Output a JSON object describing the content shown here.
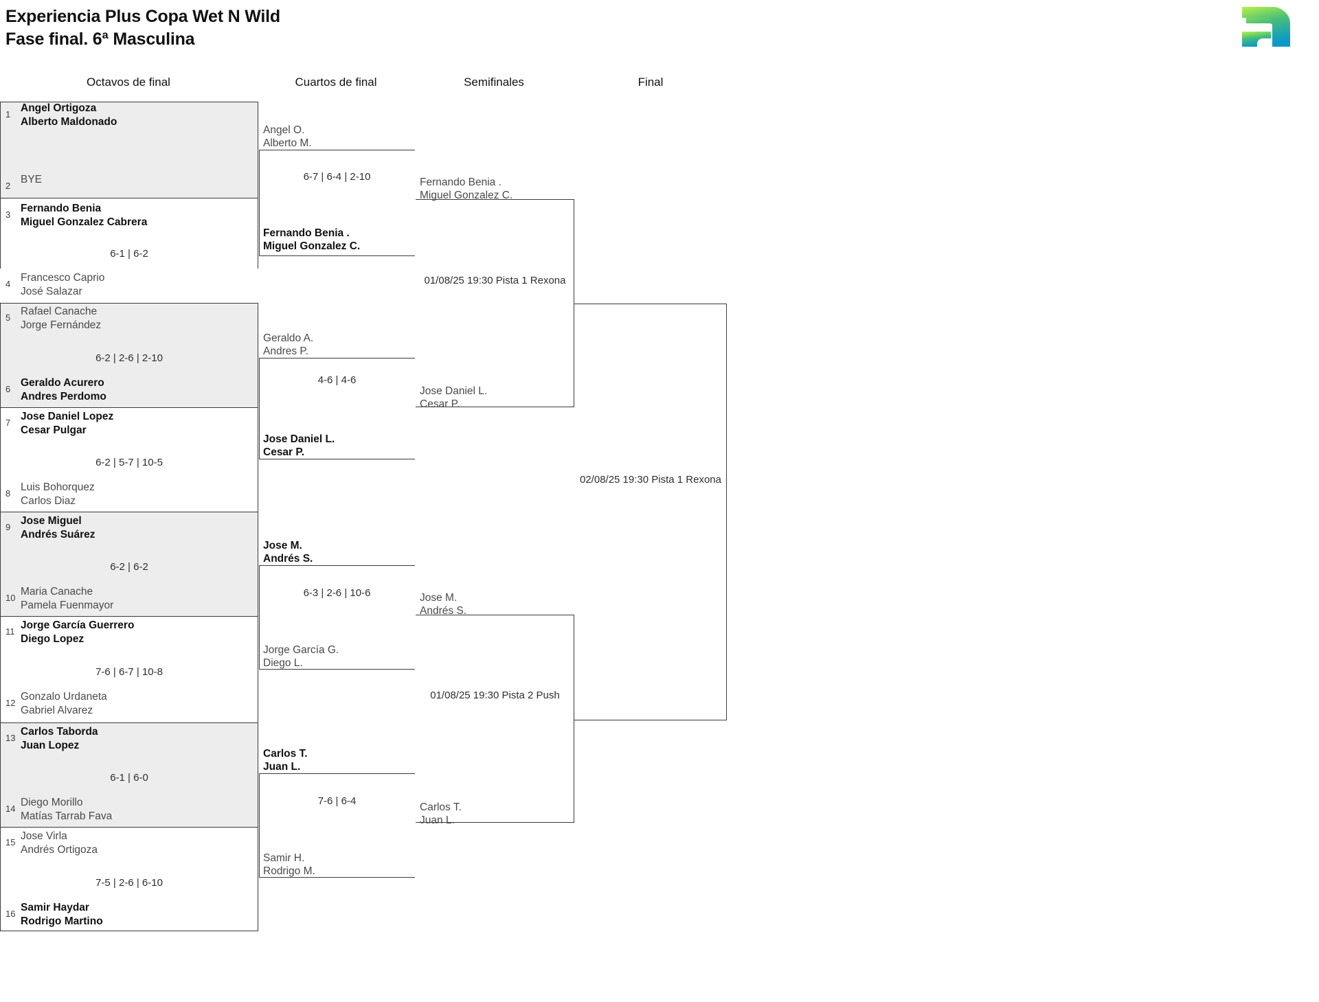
{
  "header": {
    "title": "Experiencia Plus Copa Wet N Wild\nFase final. 6ª Masculina",
    "logo_colors": {
      "top": "#b5f04a",
      "mid": "#4fc06f",
      "bottom": "#0f9bc8"
    }
  },
  "rounds": [
    {
      "id": "octavos",
      "label": "Octavos de final"
    },
    {
      "id": "cuartos",
      "label": "Cuartos de final"
    },
    {
      "id": "semis",
      "label": "Semifinales"
    },
    {
      "id": "final",
      "label": "Final"
    }
  ],
  "round1": {
    "matches": [
      {
        "shade": true,
        "top": {
          "seed": "1",
          "names": "Angel Ortigoza\nAlberto Maldonado",
          "winner": true
        },
        "bottom": {
          "seed": "2",
          "names": "BYE",
          "winner": false
        },
        "score": ""
      },
      {
        "shade": false,
        "top": {
          "seed": "3",
          "names": "Fernando Benia\nMiguel Gonzalez Cabrera",
          "winner": true
        },
        "bottom": {
          "seed": "4",
          "names": "Francesco Caprio\nJosé Salazar",
          "winner": false
        },
        "score": "6-1 | 6-2"
      },
      {
        "shade": true,
        "top": {
          "seed": "5",
          "names": "Rafael Canache\nJorge Fernández",
          "winner": false
        },
        "bottom": {
          "seed": "6",
          "names": "Geraldo Acurero\nAndres Perdomo",
          "winner": true
        },
        "score": "6-2 | 2-6 | 2-10"
      },
      {
        "shade": false,
        "top": {
          "seed": "7",
          "names": "Jose Daniel Lopez\nCesar Pulgar",
          "winner": true
        },
        "bottom": {
          "seed": "8",
          "names": "Luis Bohorquez\nCarlos Diaz",
          "winner": false
        },
        "score": "6-2 | 5-7 | 10-5"
      },
      {
        "shade": true,
        "top": {
          "seed": "9",
          "names": "Jose Miguel\nAndrés Suárez",
          "winner": true
        },
        "bottom": {
          "seed": "10",
          "names": "Maria Canache\nPamela Fuenmayor",
          "winner": false
        },
        "score": "6-2 | 6-2"
      },
      {
        "shade": false,
        "top": {
          "seed": "11",
          "names": "Jorge García Guerrero\nDiego Lopez",
          "winner": true
        },
        "bottom": {
          "seed": "12",
          "names": "Gonzalo Urdaneta\nGabriel Alvarez",
          "winner": false
        },
        "score": "7-6 | 6-7 | 10-8"
      },
      {
        "shade": true,
        "top": {
          "seed": "13",
          "names": "Carlos Taborda\nJuan Lopez",
          "winner": true
        },
        "bottom": {
          "seed": "14",
          "names": "Diego Morillo\nMatías Tarrab Fava",
          "winner": false
        },
        "score": "6-1 | 6-0"
      },
      {
        "shade": false,
        "top": {
          "seed": "15",
          "names": "Jose Virla\nAndrés Ortigoza",
          "winner": false
        },
        "bottom": {
          "seed": "16",
          "names": "Samir Haydar\nRodrigo Martino",
          "winner": true
        },
        "score": "7-5 | 2-6 | 6-10"
      }
    ]
  },
  "round2": {
    "matches": [
      {
        "top": {
          "names": "Angel O.\nAlberto M.",
          "winner": false
        },
        "bottom": {
          "names": "Fernando Benia .\nMiguel Gonzalez C.",
          "winner": true
        },
        "score": "6-7 | 6-4 | 2-10"
      },
      {
        "top": {
          "names": "Geraldo A.\nAndres P.",
          "winner": false
        },
        "bottom": {
          "names": "Jose Daniel L.\nCesar P.",
          "winner": true
        },
        "score": "4-6 | 4-6"
      },
      {
        "top": {
          "names": "Jose M.\nAndrés S.",
          "winner": true
        },
        "bottom": {
          "names": "Jorge García G.\nDiego L.",
          "winner": false
        },
        "score": "6-3 | 2-6 | 10-6"
      },
      {
        "top": {
          "names": "Carlos T.\nJuan L.",
          "winner": true
        },
        "bottom": {
          "names": "Samir H.\nRodrigo M.",
          "winner": false
        },
        "score": "7-6 | 6-4"
      }
    ]
  },
  "round3": {
    "matches": [
      {
        "top": {
          "names": "Fernando Benia .\nMiguel Gonzalez C."
        },
        "bottom": {
          "names": "Jose Daniel L.\nCesar P."
        },
        "info": "01/08/25 19:30 Pista 1 Rexona"
      },
      {
        "top": {
          "names": "Jose M.\nAndrés S."
        },
        "bottom": {
          "names": "Carlos T.\nJuan L."
        },
        "info": "01/08/25 19:30 Pista 2 Push"
      }
    ]
  },
  "round4": {
    "info": "02/08/25 19:30 Pista 1 Rexona"
  }
}
